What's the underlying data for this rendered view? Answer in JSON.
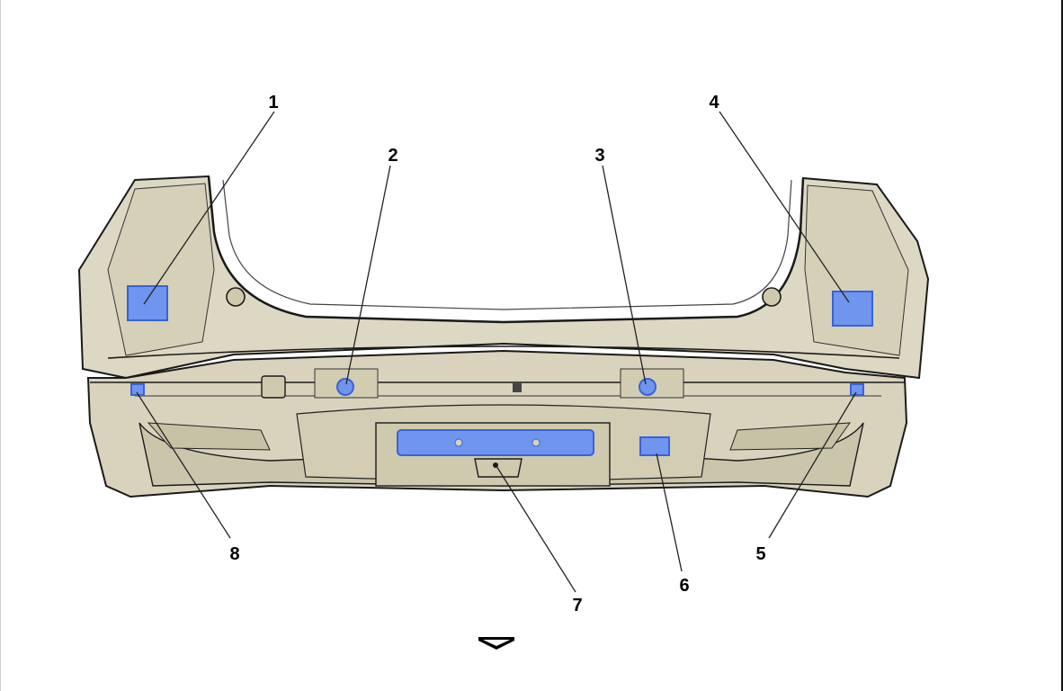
{
  "callouts": [
    {
      "label": "1"
    },
    {
      "label": "2"
    },
    {
      "label": "3"
    },
    {
      "label": "4"
    },
    {
      "label": "5"
    },
    {
      "label": "6"
    },
    {
      "label": "7"
    },
    {
      "label": "8"
    }
  ],
  "colors": {
    "bumper_fill": "#ddd8c3",
    "bumper_shade": "#cdc7ad",
    "outline": "#1a1a1a",
    "highlight": "#6f95ee",
    "highlight_stroke": "#3a62d6",
    "leader": "#222222"
  },
  "icons": {
    "direction": "down-arrow-icon"
  }
}
